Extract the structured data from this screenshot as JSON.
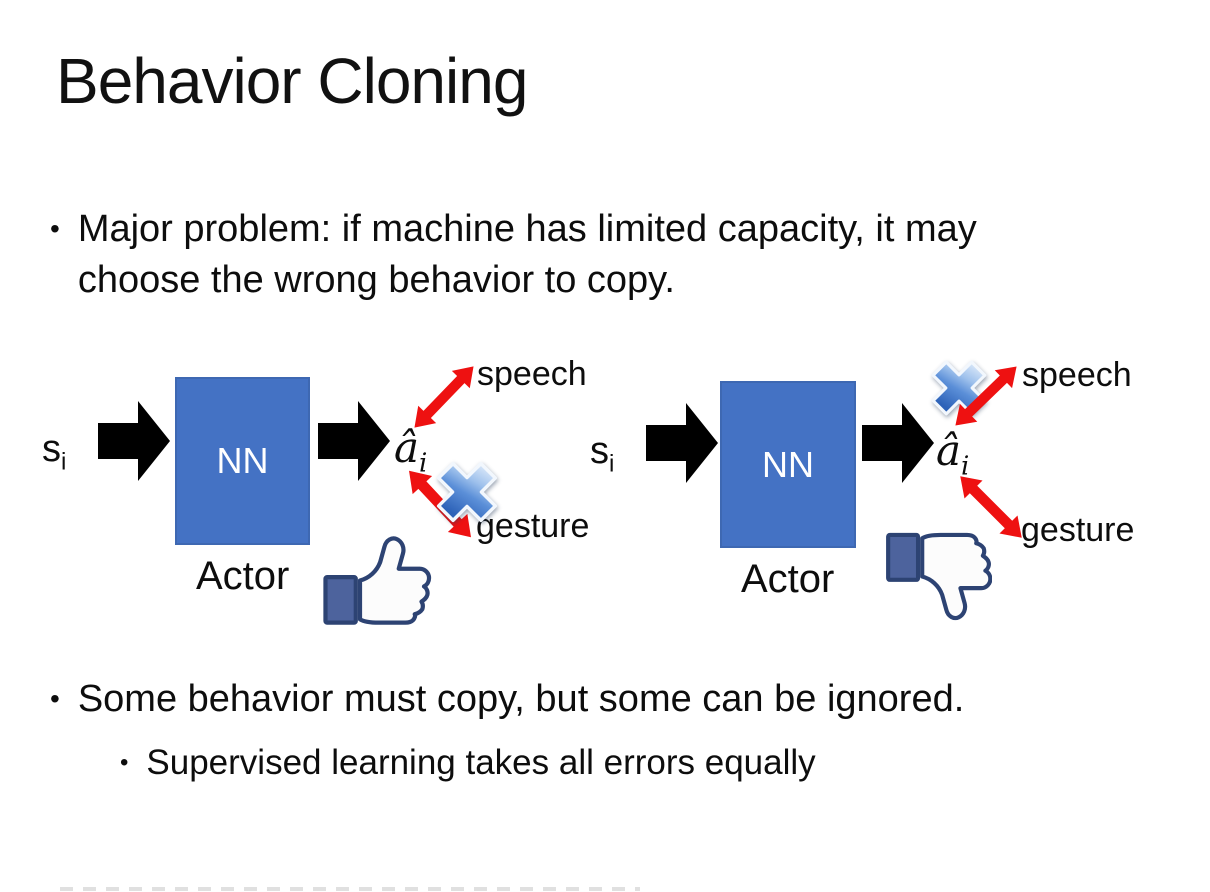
{
  "slide": {
    "title": "Behavior Cloning",
    "bullet1": "Major problem: if machine has limited capacity, it may choose the wrong behavior to copy.",
    "bullet2": "Some behavior must copy, but some can be ignored.",
    "sub_bullet": "Supervised learning takes all errors equally",
    "diagram_left": {
      "input": "s",
      "input_sub": "i",
      "network": "NN",
      "network_caption": "Actor",
      "output": "â",
      "output_sub": "i",
      "action_top": "speech",
      "action_bottom": "gesture",
      "crossed_out_action": "gesture",
      "feedback_icon": "thumbs-up-icon"
    },
    "diagram_right": {
      "input": "s",
      "input_sub": "i",
      "network": "NN",
      "network_caption": "Actor",
      "output": "â",
      "output_sub": "i",
      "action_top": "speech",
      "action_bottom": "gesture",
      "crossed_out_action": "speech",
      "feedback_icon": "thumbs-down-icon"
    },
    "colors": {
      "nn_box_fill": "#4472C4",
      "nn_box_border": "#3E68B2",
      "flow_arrow_black": "#000000",
      "action_arrow_red": "#EE1111",
      "cross_blue": "#3F74C9",
      "thumb_outline_navy": "#2D4373",
      "thumb_cuff_blue": "#4D639D"
    }
  }
}
